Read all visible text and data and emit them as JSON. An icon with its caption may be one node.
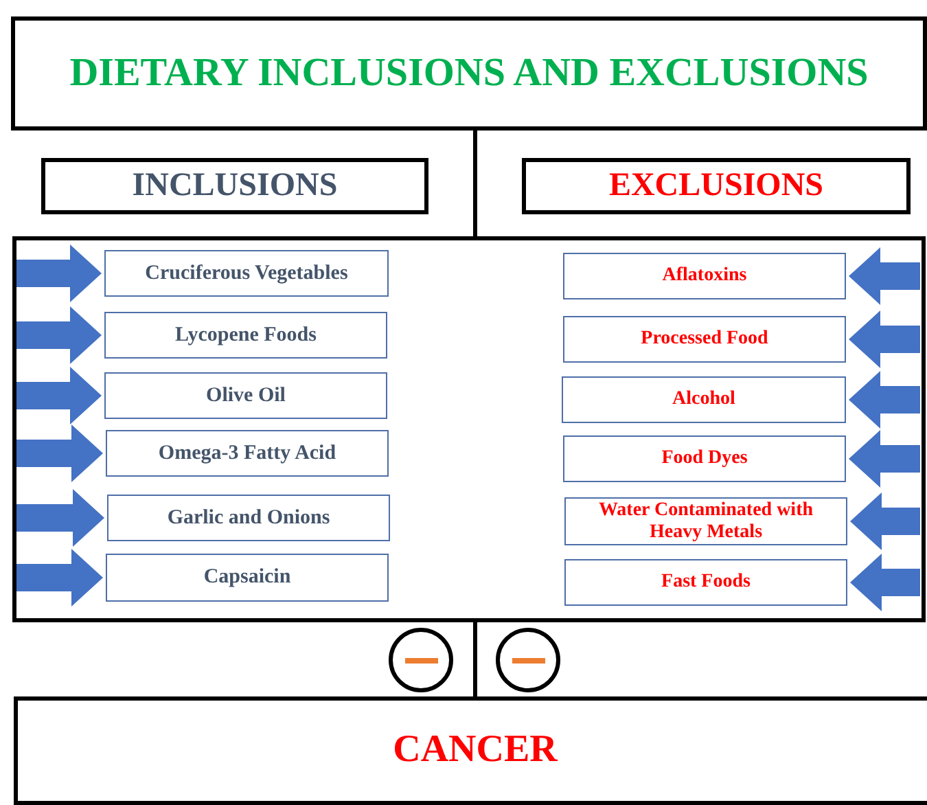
{
  "diagram": {
    "nodes": [
      {
        "text": [
          "DIETARY INCLUSIONS AND EXCLUSIONS"
        ]
      },
      {
        "text": [
          "INCLUSIONS"
        ]
      },
      {
        "text": [
          "EXCLUSIONS"
        ]
      },
      {
        "text": [],
        "shape": "box"
      },
      {
        "text": [
          "Cruciferous Vegetables"
        ],
        "in": 3
      },
      {
        "text": [
          "Lycopene Foods"
        ],
        "in": 3
      },
      {
        "text": [
          "Olive Oil"
        ],
        "in": 3
      },
      {
        "text": [
          "Omega-3 Fatty Acid"
        ],
        "in": 3
      },
      {
        "text": [
          "Garlic and Onions"
        ],
        "in": 3
      },
      {
        "text": [
          "Capsaicin"
        ],
        "in": 3
      },
      {
        "text": [
          "Aflatoxins"
        ],
        "in": 3
      },
      {
        "text": [
          "Processed Food"
        ],
        "in": 3
      },
      {
        "text": [
          "Alcohol"
        ],
        "in": 3
      },
      {
        "text": [
          "Food Dyes"
        ],
        "in": 3
      },
      {
        "text": [
          "Water Contaminated with Heavy Metals"
        ],
        "in": 3
      },
      {
        "text": [
          "Fast Foods"
        ],
        "in": 3
      },
      {
        "text": [],
        "shape": "circle"
      },
      {
        "text": [],
        "shape": "circle"
      },
      {
        "text": [
          "CANCER"
        ]
      }
    ],
    "edges": [
      {
        "from": 0,
        "to": 3,
        "arrow": "none",
        "color": "#000000"
      },
      {
        "from": 3,
        "to": 18,
        "arrow": "none",
        "color": "#000000"
      },
      {
        "from": null,
        "to": 4,
        "arrow": "to"
      },
      {
        "from": null,
        "to": 5,
        "arrow": "to"
      },
      {
        "from": null,
        "to": 6,
        "arrow": "to"
      },
      {
        "from": null,
        "to": 7,
        "arrow": "to"
      },
      {
        "from": null,
        "to": 8,
        "arrow": "to"
      },
      {
        "from": null,
        "to": 9,
        "arrow": "to"
      },
      {
        "from": null,
        "to": 10,
        "arrow": "to"
      },
      {
        "from": null,
        "to": 11,
        "arrow": "to"
      },
      {
        "from": null,
        "to": 12,
        "arrow": "to"
      },
      {
        "from": null,
        "to": 13,
        "arrow": "to"
      },
      {
        "from": null,
        "to": 14,
        "arrow": "to"
      },
      {
        "from": null,
        "to": 15,
        "arrow": "to"
      }
    ]
  }
}
